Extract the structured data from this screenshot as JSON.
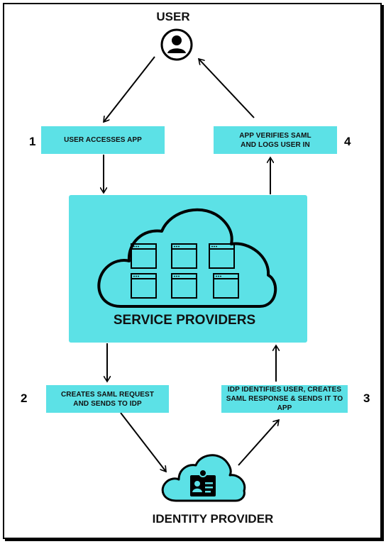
{
  "user": {
    "label": "USER",
    "icon": "user-icon"
  },
  "steps": [
    {
      "number": "1",
      "text": "USER ACCESSES APP"
    },
    {
      "number": "4",
      "text": "APP VERIFIES SAML AND LOGS USER IN"
    },
    {
      "number": "2",
      "text": "CREATES SAML REQUEST AND SENDS TO IDP"
    },
    {
      "number": "3",
      "text": "IDP IDENTIFIES USER, CREATES SAML RESPONSE  & SENDS  IT TO APP"
    }
  ],
  "service_providers": {
    "label": "SERVICE PROVIDERS",
    "icon": "cloud-apps-icon"
  },
  "identity_provider": {
    "label": "IDENTITY PROVIDER",
    "icon": "cloud-id-card-icon"
  },
  "colors": {
    "accent": "#5ce1e6",
    "stroke": "#000000"
  }
}
